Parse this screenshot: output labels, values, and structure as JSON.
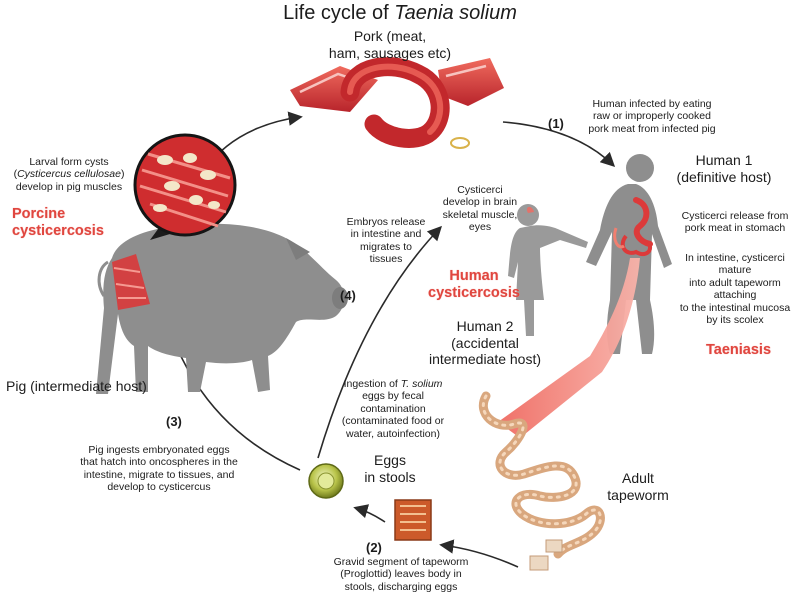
{
  "title": {
    "prefix": "Life cycle of ",
    "species": "Taenia solium"
  },
  "labels": {
    "pork": "Pork (meat,\nham, sausages etc)",
    "human_infected": "Human infected by eating\nraw or improperly cooked\npork meat from infected pig",
    "human1": "Human 1\n(definitive host)",
    "cysticerci_release": "Cysticerci release from\npork meat in stomach",
    "intestine_mature": "In intestine, cysticerci\nmature\ninto adult tapeworm\nattaching\nto the intestinal mucosa\nby its scolex",
    "taeniasis": "Taeniasis",
    "adult_tapeworm": "Adult\ntapeworm",
    "gravid_segment": "Gravid segment of tapeworm\n(Proglottid) leaves body in\nstools, discharging eggs",
    "eggs": "Eggs\nin stools",
    "pig_ingests": "Pig ingests embryonated eggs\nthat hatch into oncospheres in the\nintestine, migrate to tissues, and\ndevelop to cysticercus",
    "pig_host": "Pig (intermediate host)",
    "porcine": "Porcine\ncysticercosis",
    "larval_prefix": "Larval form cysts\n(",
    "larval_species": "Cysticercus cellulosae",
    "larval_suffix": ")\ndevelop in pig muscles",
    "cysticerci_develop": "Cysticerci\ndevelop in brain\nskeletal muscle,\neyes",
    "embryos": "Embryos release\nin intestine and\nmigrates to\ntissues",
    "human_cysticercosis": "Human\ncysticercosis",
    "human2": "Human 2\n(accidental\nintermediate host)",
    "ingestion_prefix": "Ingestion of ",
    "ingestion_species": "T. solium",
    "ingestion_suffix": "\neggs by fecal\ncontamination\n(contaminated food or\nwater, autoinfection)"
  },
  "steps": {
    "s1": "(1)",
    "s2": "(2)",
    "s3": "(3)",
    "s4": "(4)"
  },
  "colors": {
    "red_label": "#e0463f",
    "silhouette": "#8e8e8e",
    "meat": "#d9383a",
    "tapeworm": "#d9a77e",
    "arrow": "#2a2a2a",
    "egg": "#b9c44a"
  }
}
